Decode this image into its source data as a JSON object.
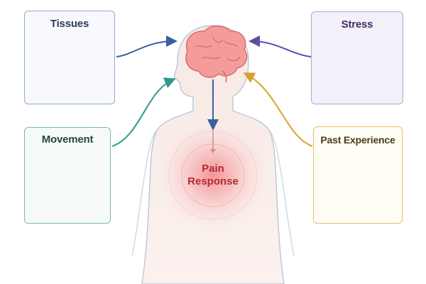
{
  "boxes": {
    "tissues": {
      "title": "Tissues"
    },
    "movement": {
      "title": "Movement"
    },
    "stress": {
      "title": "Stress"
    },
    "past_experience": {
      "title": "Past Experience"
    }
  },
  "center": {
    "line1": "Pain",
    "line2": "Response"
  },
  "colors": {
    "tissues_arrow": "#3a5fa0",
    "movement_arrow": "#2f9a8c",
    "stress_arrow": "#5e4aa6",
    "past_arrow": "#d9a12a",
    "brain": "#f08a8a",
    "pain_glow": "#ee4c56",
    "body_outline": "#b9c7d8"
  }
}
